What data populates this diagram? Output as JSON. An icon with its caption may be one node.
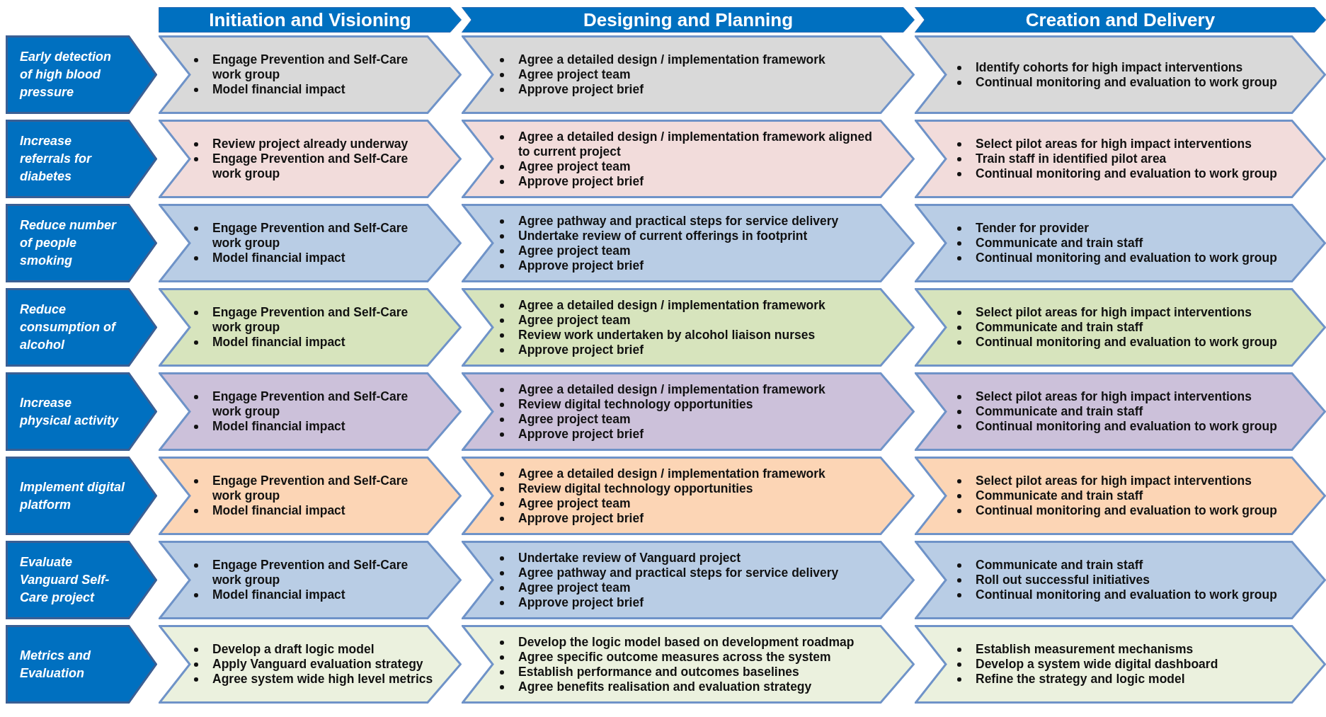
{
  "diagram": {
    "nodes": [
      {
        "text": [
          "Initiation and Visioning"
        ]
      },
      {
        "text": [
          "Designing and Planning"
        ]
      },
      {
        "text": [
          "Creation and Delivery"
        ]
      },
      {
        "text": [
          "Early detection of high blood pressure"
        ]
      },
      {
        "text": [
          "Engage Prevention and Self-Care work group",
          "Model financial impact"
        ]
      },
      {
        "text": [
          "Agree a detailed design / implementation framework",
          "Agree project team",
          "Approve project brief"
        ]
      },
      {
        "text": [
          "Identify cohorts for high impact interventions",
          "Continual monitoring  and evaluation to work group"
        ]
      },
      {
        "text": [
          "Increase referrals for diabetes"
        ]
      },
      {
        "text": [
          "Review project already underway",
          "Engage Prevention and Self-Care work group"
        ]
      },
      {
        "text": [
          "Agree a detailed design / implementation framework aligned to current project",
          "Agree project team",
          "Approve project brief"
        ]
      },
      {
        "text": [
          "Select pilot areas for high impact interventions",
          "Train staff in identified pilot area",
          "Continual monitoring  and evaluation to work group"
        ]
      },
      {
        "text": [
          "Reduce number of people smoking"
        ]
      },
      {
        "text": [
          "Engage Prevention and Self-Care work group",
          "Model financial impact"
        ]
      },
      {
        "text": [
          "Agree pathway and practical steps for service delivery",
          "Undertake review of current offerings in footprint",
          "Agree project team",
          "Approve project brief"
        ]
      },
      {
        "text": [
          "Tender for provider",
          "Communicate and train staff",
          "Continual monitoring  and evaluation to work group"
        ]
      },
      {
        "text": [
          "Reduce consumption of alcohol"
        ]
      },
      {
        "text": [
          "Engage Prevention and Self-Care work group",
          "Model financial impact"
        ]
      },
      {
        "text": [
          "Agree a detailed design / implementation framework",
          "Agree project team",
          "Review work undertaken by alcohol liaison nurses",
          "Approve project brief"
        ]
      },
      {
        "text": [
          "Select pilot areas for high impact interventions",
          "Communicate and train staff",
          "Continual monitoring  and evaluation to work group"
        ]
      },
      {
        "text": [
          "Increase physical activity"
        ]
      },
      {
        "text": [
          "Engage Prevention and Self-Care work group",
          "Model financial impact"
        ]
      },
      {
        "text": [
          "Agree a detailed design / implementation framework",
          "Review digital technology opportunities",
          "Agree project team",
          "Approve project brief"
        ]
      },
      {
        "text": [
          "Select pilot areas for high impact interventions",
          "Communicate and train staff",
          "Continual monitoring  and evaluation to work group"
        ]
      },
      {
        "text": [
          "Implement digital platform"
        ]
      },
      {
        "text": [
          "Engage Prevention and Self-Care work group",
          "Model financial impact"
        ]
      },
      {
        "text": [
          "Agree a detailed design / implementation framework",
          "Review digital technology opportunities",
          "Agree project team",
          "Approve project brief"
        ]
      },
      {
        "text": [
          "Select pilot areas for high impact interventions",
          "Communicate and train staff",
          "Continual monitoring  and evaluation to work group"
        ]
      },
      {
        "text": [
          "Evaluate Vanguard Self-Care project"
        ]
      },
      {
        "text": [
          "Engage Prevention and Self-Care work group",
          "Model financial impact"
        ]
      },
      {
        "text": [
          "Undertake review of Vanguard project",
          "Agree pathway and practical steps for service delivery",
          "Agree project team",
          "Approve project brief"
        ]
      },
      {
        "text": [
          "Communicate and train staff",
          "Roll out successful initiatives",
          "Continual monitoring  and evaluation to work group"
        ]
      },
      {
        "text": [
          "Metrics and Evaluation"
        ]
      },
      {
        "text": [
          "Develop a draft logic model",
          "Apply Vanguard evaluation strategy",
          "Agree system wide high level metrics"
        ]
      },
      {
        "text": [
          "Develop the logic model based on development roadmap",
          "Agree specific outcome measures across the system",
          "Establish performance and outcomes baselines",
          "Agree benefits realisation and evaluation strategy"
        ]
      },
      {
        "text": [
          "Establish measurement mechanisms",
          "Develop a system wide digital dashboard",
          "Refine the strategy and logic model"
        ]
      }
    ]
  }
}
